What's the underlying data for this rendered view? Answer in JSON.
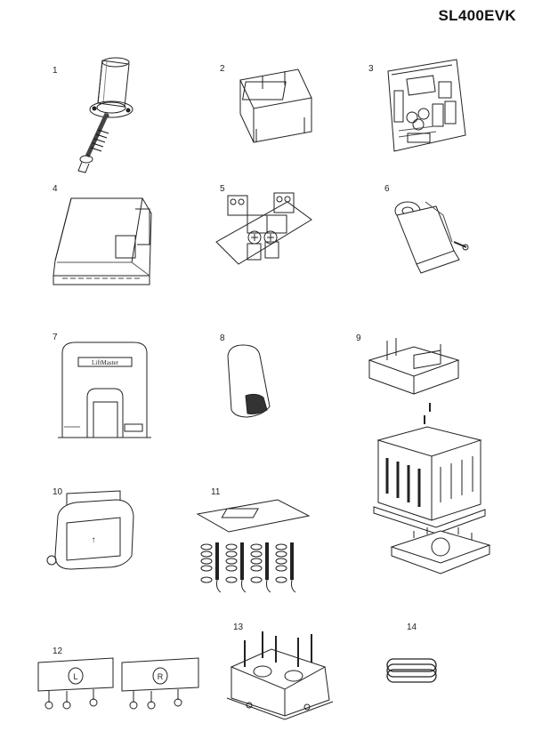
{
  "model": "SL400EVK",
  "brand_label": "LiftMaster",
  "parts": [
    {
      "number": "1"
    },
    {
      "number": "2"
    },
    {
      "number": "3"
    },
    {
      "number": "4"
    },
    {
      "number": "5"
    },
    {
      "number": "6"
    },
    {
      "number": "7"
    },
    {
      "number": "8"
    },
    {
      "number": "9"
    },
    {
      "number": "10"
    },
    {
      "number": "11"
    },
    {
      "number": "12"
    },
    {
      "number": "13"
    },
    {
      "number": "14"
    }
  ]
}
